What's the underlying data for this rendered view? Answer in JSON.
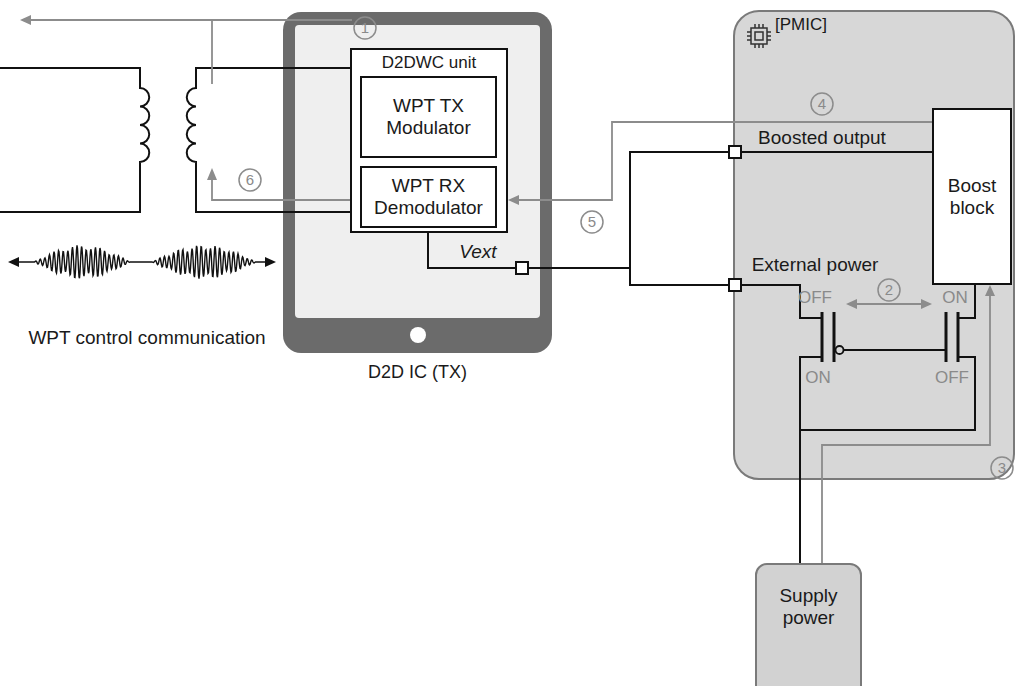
{
  "diagram": {
    "nodes": [
      {
        "text": [
          "D2D IC (TX)"
        ]
      },
      {
        "text": [
          "D2DWC unit"
        ],
        "in": 0
      },
      {
        "text": [
          "WPT TX Modulator"
        ],
        "in": 1
      },
      {
        "text": [
          "WPT RX Demodulator"
        ],
        "in": 1
      },
      {
        "text": [
          "[PMIC]"
        ]
      },
      {
        "text": [
          "Boost block"
        ],
        "in": 4
      },
      {
        "text": [
          "Supply power"
        ]
      }
    ],
    "edges": [
      {
        "from": 1,
        "to": 4,
        "arrow": "none"
      },
      {
        "from": 5,
        "to": 1,
        "arrow": "to"
      },
      {
        "from": 6,
        "to": 5,
        "arrow": "to"
      },
      {
        "from": 6,
        "to": 4,
        "arrow": "none"
      }
    ],
    "labels": [
      "1",
      "4",
      "Boosted output",
      "6",
      "5",
      "Vext",
      "External power",
      "2",
      "OFF",
      "ON",
      "ON",
      "OFF",
      "3",
      "WPT control communication"
    ]
  }
}
